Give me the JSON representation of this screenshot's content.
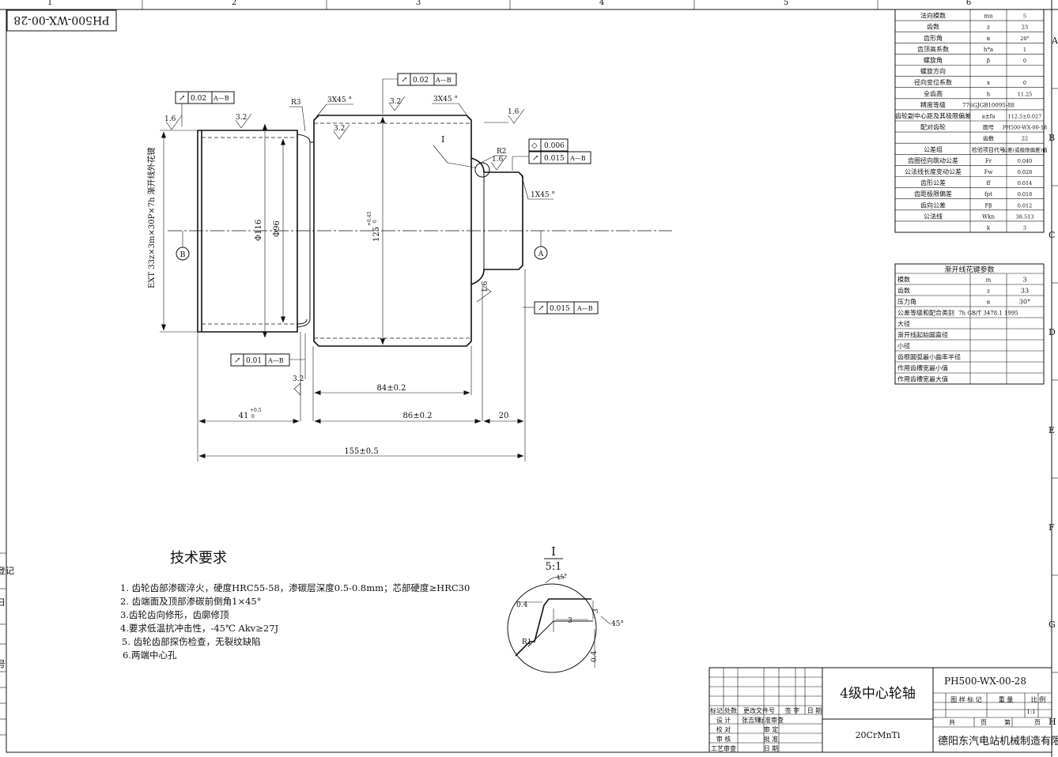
{
  "drawing_number": "PH500-WX-00-28",
  "part_title": "4级中心轮轴",
  "material": "20CrMnTi",
  "company": "德阳东汽电站机械制造有限公司",
  "scale_value": "1:1",
  "grid_columns": [
    "1",
    "2",
    "3",
    "4",
    "5",
    "6"
  ],
  "grid_rows": [
    "A",
    "B",
    "C",
    "D",
    "E",
    "F",
    "G",
    "H"
  ],
  "left_margin_labels": [
    "登记",
    "日",
    "号"
  ],
  "gear_params": {
    "rows": [
      {
        "name": "法向模数",
        "sym": "mn",
        "val": "5"
      },
      {
        "name": "齿数",
        "sym": "z",
        "val": "23"
      },
      {
        "name": "齿形角",
        "sym": "α",
        "val": "20°"
      },
      {
        "name": "齿顶高系数",
        "sym": "h*a",
        "val": "1"
      },
      {
        "name": "螺旋角",
        "sym": "β",
        "val": "0"
      },
      {
        "name": "螺旋方向",
        "sym": "",
        "val": ""
      },
      {
        "name": "径向变位系数",
        "sym": "x",
        "val": "0"
      },
      {
        "name": "全齿高",
        "sym": "h",
        "val": "11.25"
      },
      {
        "name": "精度等级",
        "sym": "776GJGB10095-88",
        "val": ""
      },
      {
        "name": "齿轮副中心距及其极限偏差",
        "sym": "a±fa",
        "val": "112.5±0.027"
      },
      {
        "name": "配对齿轮",
        "sym": "图号",
        "val": "PH500-WX-00-18"
      },
      {
        "name": "",
        "sym": "齿数",
        "val": "22"
      },
      {
        "name": "公差组",
        "sym": "检验项目代号",
        "val": "公差(或极限偏差)值"
      },
      {
        "name": "齿圈径向跳动公差",
        "sym": "Fr",
        "val": "0.040"
      },
      {
        "name": "公法线长度变动公差",
        "sym": "Fw",
        "val": "0.028"
      },
      {
        "name": "齿形公差",
        "sym": "ff",
        "val": "0.014"
      },
      {
        "name": "齿距极限偏差",
        "sym": "fpt",
        "val": "0.018"
      },
      {
        "name": "齿向公差",
        "sym": "Fβ",
        "val": "0.012"
      },
      {
        "name": "公法线",
        "sym": "Wkn",
        "val": "38.513"
      },
      {
        "name": "",
        "sym": "k",
        "val": "3"
      }
    ]
  },
  "spline_params": {
    "title": "渐开线花键参数",
    "rows": [
      {
        "name": "模数",
        "sym": "m",
        "val": "3"
      },
      {
        "name": "齿数",
        "sym": "z",
        "val": "33"
      },
      {
        "name": "压力角",
        "sym": "α",
        "val": "30°"
      },
      {
        "name": "公差等级和配合类别",
        "sym": "7h GB/T 3478.1 1995",
        "val": ""
      },
      {
        "name": "大径",
        "sym": "",
        "val": ""
      },
      {
        "name": "渐开线起始圆直径",
        "sym": "",
        "val": ""
      },
      {
        "name": "小径",
        "sym": "",
        "val": ""
      },
      {
        "name": "齿根圆弧最小曲率半径",
        "sym": "",
        "val": ""
      },
      {
        "name": "作用齿槽宽最小值",
        "sym": "",
        "val": ""
      },
      {
        "name": "作用齿槽宽最大值",
        "sym": "",
        "val": ""
      }
    ]
  },
  "tech_requirements": {
    "title": "技术要求",
    "items": [
      "1. 齿轮齿部渗碳淬火，硬度HRC55-58，渗碳层深度0.5-0.8mm；芯部硬度≥HRC30",
      "2. 齿端面及顶部渗碳前倒角1×45°",
      "3.齿轮齿向修形，齿廓修顶",
      "4.要求低温抗冲击性，-45℃ Akv≥27J",
      "5. 齿轮齿部探伤检查，无裂纹缺陷",
      "6.两端中心孔"
    ]
  },
  "dims": {
    "d155": "155±0.5",
    "d86": "86±0.2",
    "d84": "84±0.2",
    "d41": "41",
    "d41_tol": "+0.5",
    "d41_tol2": "0",
    "d20": "20",
    "phi116": "Φ116",
    "phi96": "Φ96",
    "phi125": "125",
    "phi125_tol": "+0.45",
    "phi125_tol2": "0",
    "spline_note": "EXT 33z×3m×30P×7h  渐开线外花键",
    "cham1": "3X45 °",
    "cham2": "3X45 °",
    "cham3": "1X45 °",
    "r3": "R3",
    "r2": "R2",
    "detail_mark": "I",
    "datum_a": "A",
    "datum_b": "B"
  },
  "roughness": [
    "1.6",
    "3.2",
    "3.2",
    "3.2",
    "1.6",
    "1.6",
    "1.6",
    "3.2"
  ],
  "tolerance_frames": [
    {
      "sym": "↗",
      "val": "0.02",
      "datum": "A—B"
    },
    {
      "sym": "↗",
      "val": "0.02",
      "datum": "A—B"
    },
    {
      "sym": "◇",
      "val": "0.006",
      "datum": ""
    },
    {
      "sym": "↗",
      "val": "0.015",
      "datum": "A—B"
    },
    {
      "sym": "↗",
      "val": "0.015",
      "datum": "A—B"
    },
    {
      "sym": "↗",
      "val": "0.01",
      "datum": "A—B"
    }
  ],
  "detail": {
    "label": "I",
    "scale": "5:1",
    "angle_top": "45°",
    "angle_right": "45°",
    "d04a": "0.4",
    "d04b": "0.4",
    "d3a": "3",
    "d3b": "3",
    "r1": "R1"
  },
  "title_block": {
    "revision_labels": [
      "标记",
      "处数",
      "更改文件号",
      "签 字",
      "日 期"
    ],
    "sign_rows": [
      {
        "role": "设  计",
        "name": "张吉辉",
        "role2": "标准审查"
      },
      {
        "role": "校  对",
        "name": "",
        "role2": "审  定"
      },
      {
        "role": "审  核",
        "name": "",
        "role2": "批  准"
      },
      {
        "role": "工艺审查",
        "name": "",
        "role2": "日  期"
      }
    ],
    "header_labels": [
      "图 样 标 记",
      "重  量",
      "比  例"
    ],
    "sheet_labels": [
      "共",
      "页",
      "第",
      "页"
    ]
  }
}
